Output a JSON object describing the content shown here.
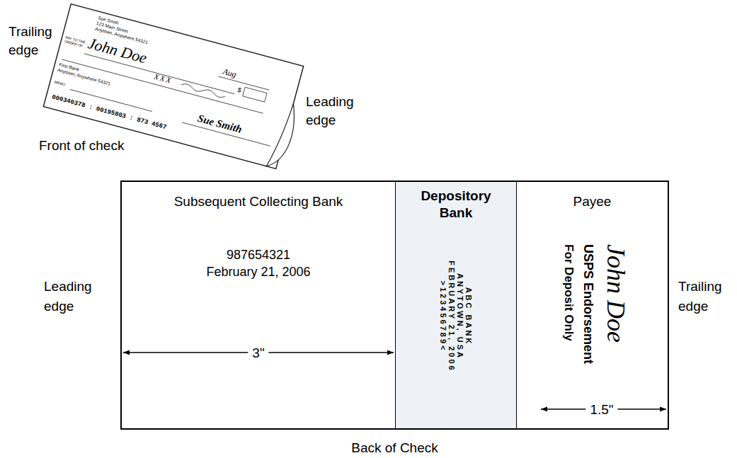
{
  "diagram": {
    "nodes": [
      {
        "text": [
          "Sue Smith",
          "123 Main Street",
          "Anytown, Anywhere 54321",
          "PAY TO THE ORDER OF",
          "John Doe",
          "Aug",
          "XXX",
          "$",
          "First Bank",
          "Anytown, Anywhere 54321",
          "MEMO",
          "Sue Smith",
          "000340378 : 00195803 : 873 4567"
        ]
      },
      {
        "text": [
          "Back of Check"
        ]
      },
      {
        "text": [
          "Subsequent Collecting Bank",
          "987654321",
          "February 21, 2006"
        ],
        "in": 1
      },
      {
        "text": [
          "Depository Bank",
          "ABC BANK",
          "ANYTOWN, USA",
          "FEBRUARY 21, 2006",
          ">123456789<"
        ],
        "in": 1
      },
      {
        "text": [
          "Payee",
          "John Doe",
          "USPS Endorsement",
          "For Deposit Only"
        ],
        "in": 1
      }
    ],
    "labels": [
      "Trailing edge",
      "Leading edge",
      "Front of check",
      "Leading edge",
      "Trailing edge",
      "3\"",
      "1.5\""
    ]
  }
}
